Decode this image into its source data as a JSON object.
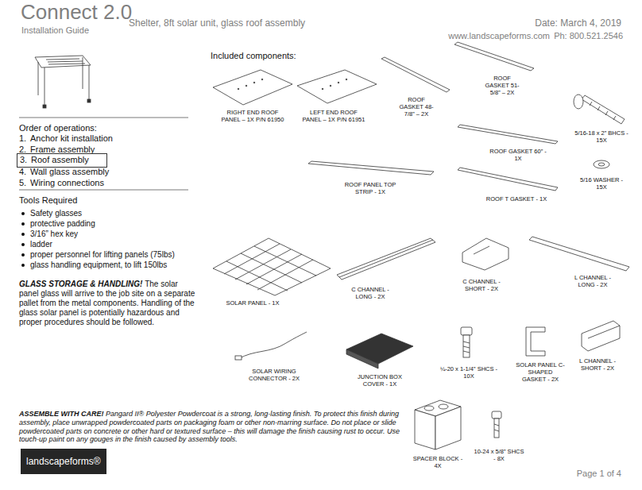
{
  "diagram": {
    "title": "Connect 2.0",
    "nodes": [
      {
        "text": [
          "3.",
          "Roof assembly"
        ]
      },
      {
        "text": [
          "landscapeforms®"
        ]
      }
    ],
    "labels": [
      "Installation Guide",
      "Shelter, 8ft solar unit, glass roof assembly",
      "Date: March 4, 2019",
      "www.landscapeforms.com",
      "Ph: 800.521.2546",
      "Included components:",
      "Order of operations:",
      "1.",
      "Anchor kit installation",
      "2.",
      "Frame assembly",
      "4.",
      "Wall glass assembly",
      "5.",
      "Wiring connections",
      "Tools Required",
      "Safety glasses",
      "protective padding",
      "3/16” hex key",
      "ladder",
      "proper personnel for lifting panels (75lbs)",
      "glass handling equipment, to lift 150lbs",
      "GLASS STORAGE & HANDLING!",
      "The solar panel glass will arrive to the job site on a separate pallet from the metal components. Handling of the glass solar panel is potentially hazardous and proper procedures should be followed.",
      "ASSEMBLE WITH CARE!",
      "Pangard II® Polyester Powdercoat is a strong, long-lasting finish. To protect this finish during assembly, place unwrapped powdercoated parts on packaging foam or other non-marring surface. Do not place or slide powdercoated parts on concrete or other hard or textured surface – this will damage the finish causing rust to occur. Use touch-up paint on any gouges in the finish caused by assembly tools.",
      "Page 1 of 4",
      "RIGHT END ROOF PANEL – 1X P/N 61950",
      "LEFT END ROOF PANEL – 1X P/N 61951",
      "ROOF GASKET 48-7/8” – 2X",
      "ROOF GASKET 51-5/8” – 2X",
      "5/16-18 x 2” BHCS - 15X",
      "ROOF GASKET 60” - 1X",
      "ROOF PANEL TOP STRIP - 1X",
      "5/16 WASHER - 15X",
      "ROOF T GASKET - 1X",
      "SOLAR PANEL - 1X",
      "C CHANNEL - LONG - 2X",
      "C CHANNEL - SHORT - 2X",
      "L CHANNEL -LONG - 2X",
      "SOLAR WIRING CONNECTOR - 2X",
      "JUNCTION BOX COVER - 1X",
      "¼-20 x 1-1/4” SHCS - 10X",
      "SOLAR PANEL C-SHAPED GASKET - 2X",
      "L CHANNEL - SHORT - 2X",
      "SPACER BLOCK - 4X",
      "10-24 x 5/8” SHCS - 8X"
    ]
  }
}
